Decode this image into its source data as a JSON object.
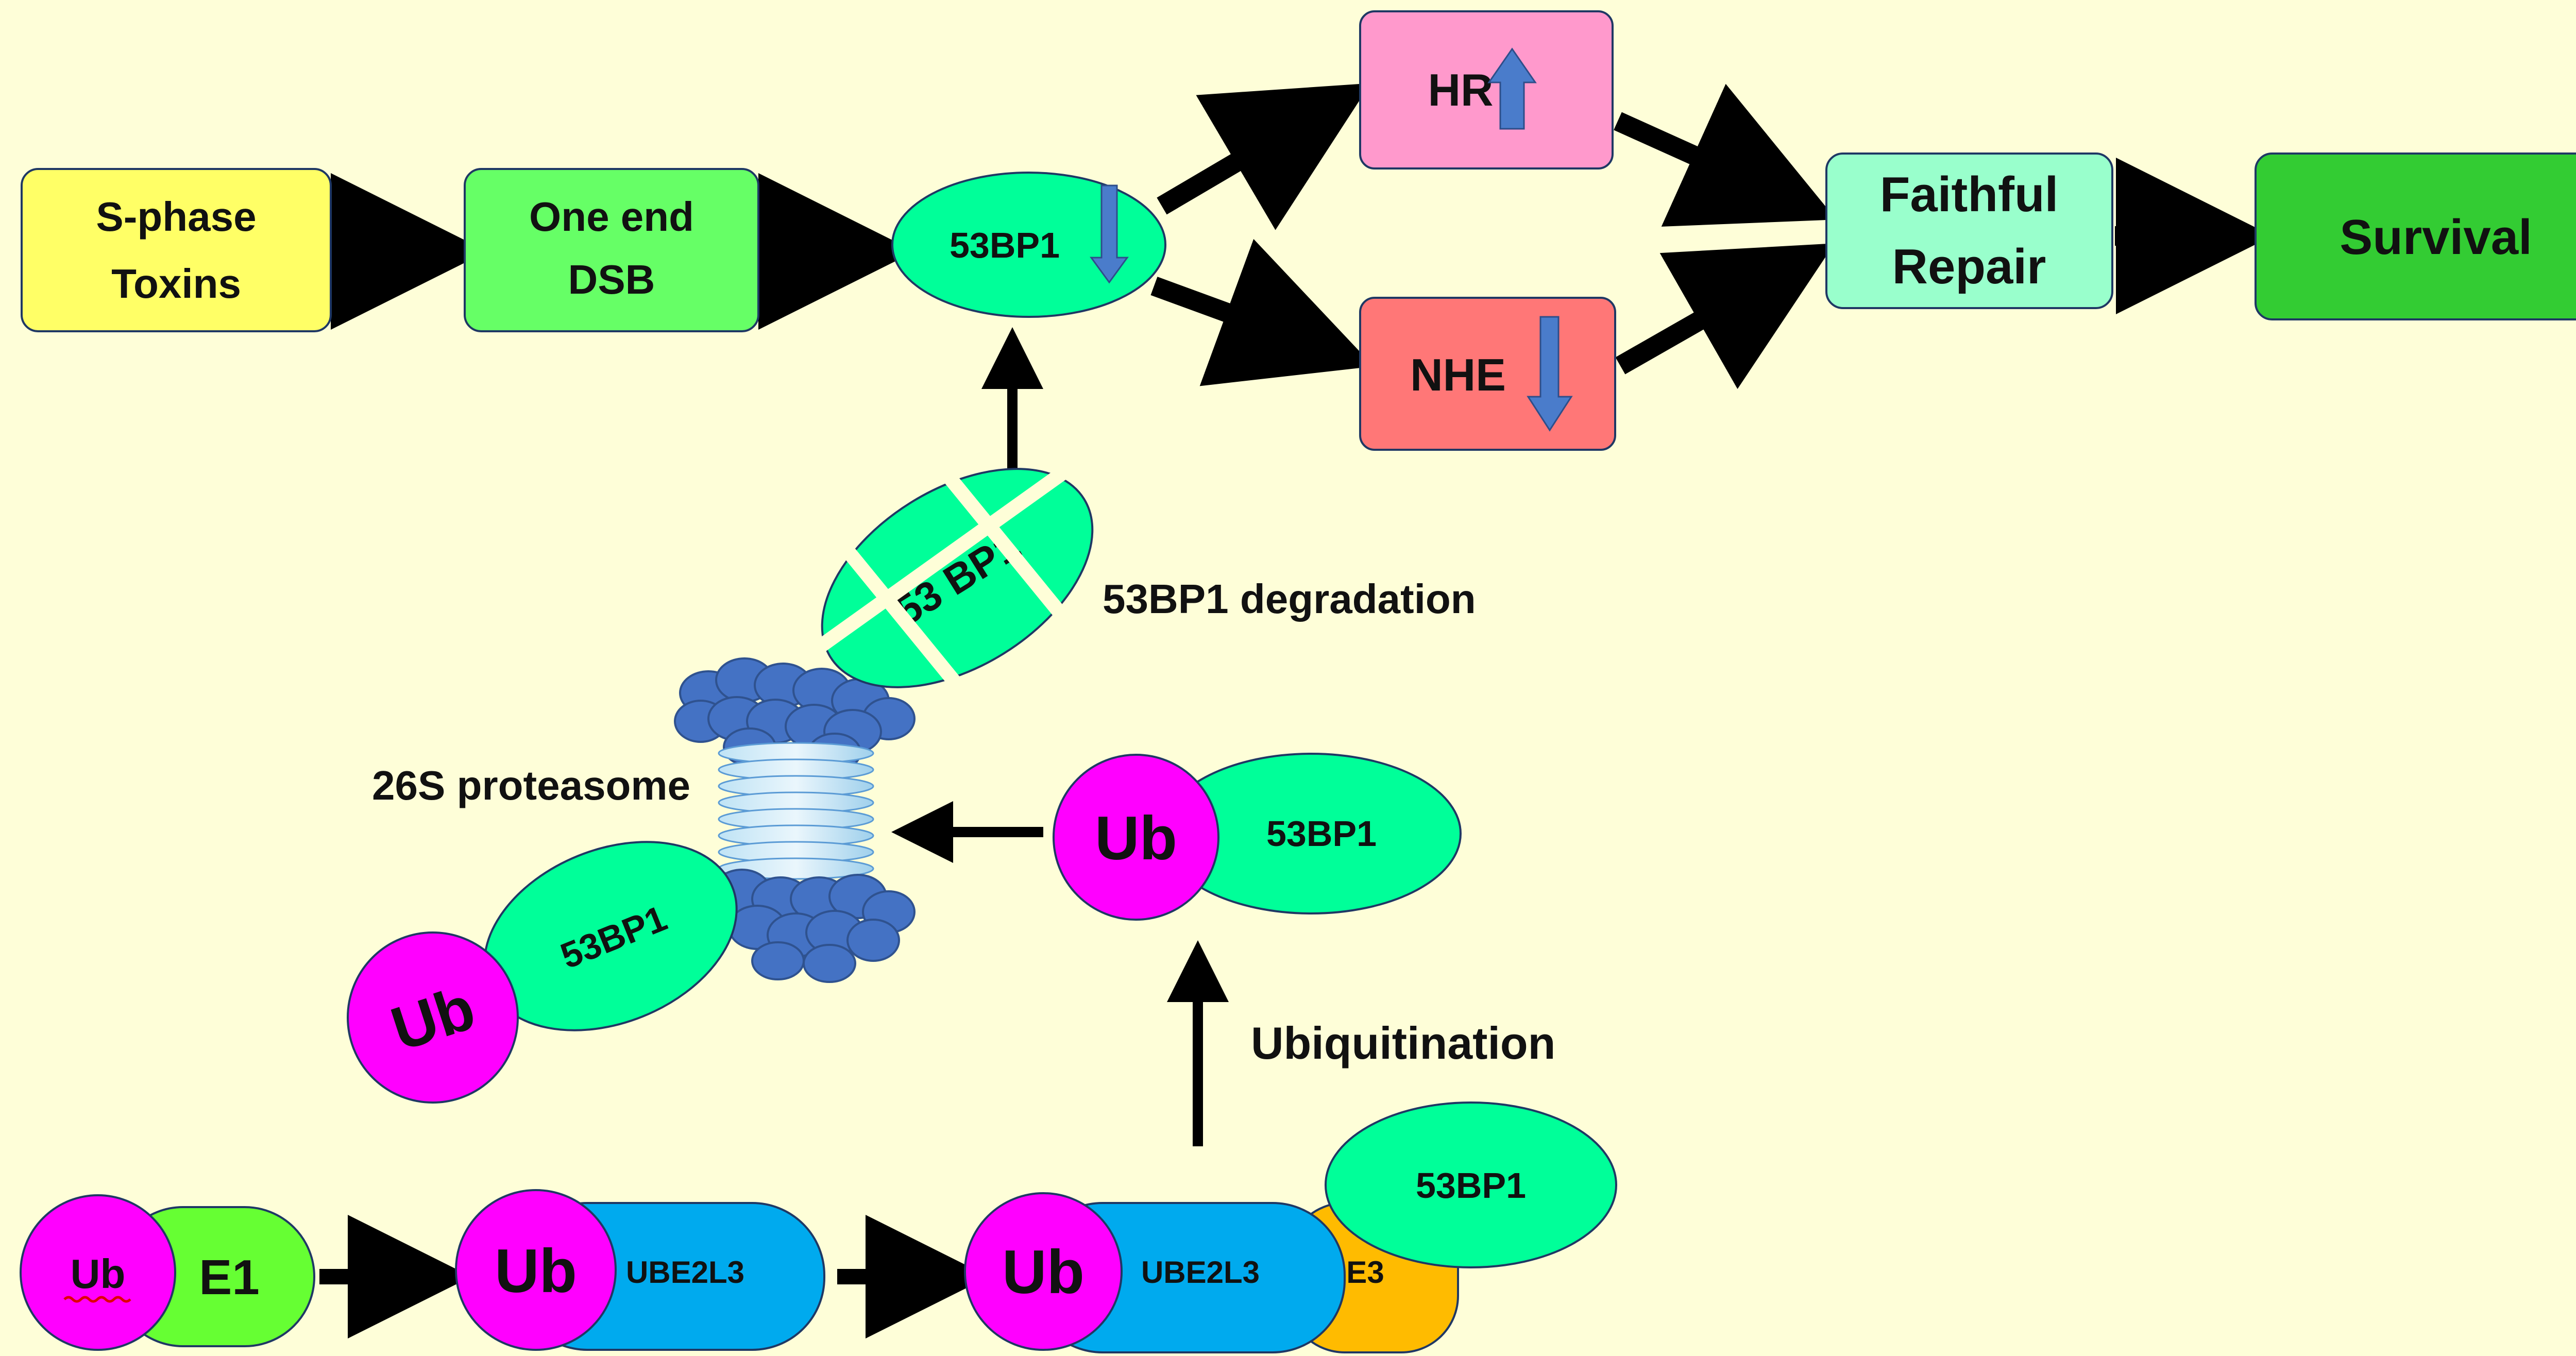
{
  "colors": {
    "background": "#FEFED8",
    "s_phase": "#FFFF66",
    "one_end_dsb": "#66FF66",
    "protein_53bp1": "#00FF99",
    "hr": "#FF99CC",
    "nhe": "#FF7777",
    "faithful_repair": "#99FFCC",
    "survival": "#33CC33",
    "ubiquitin": "#FF00FF",
    "e1": "#66FF33",
    "ube2l3": "#00AAEE",
    "e3": "#FFBB00",
    "proteasome": "#4472C4",
    "stroke": "#1F3864",
    "arrow": "#000000",
    "down_up_arrow": "#4A7CCB"
  },
  "nodes": {
    "s_phase": {
      "line1": "S-phase",
      "line2": "Toxins"
    },
    "one_end_dsb": {
      "line1": "One end",
      "line2": "DSB"
    },
    "protein_53bp1_top": {
      "label": "53BP1",
      "indicator": "down-arrow-icon"
    },
    "hr": {
      "label": "HR",
      "indicator": "up-arrow-icon"
    },
    "nhe": {
      "label": "NHE",
      "indicator": "down-arrow-icon"
    },
    "faithful_repair": {
      "line1": "Faithful",
      "line2": "Repair"
    },
    "survival": {
      "label": "Survival"
    },
    "degraded_53bp1": {
      "label": "53 BP1"
    },
    "ub_53bp1_right": {
      "ub": "Ub",
      "protein": "53BP1"
    },
    "ub_53bp1_left": {
      "ub": "Ub",
      "protein": "53BP1"
    },
    "ub_e1": {
      "ub": "Ub",
      "enzyme": "E1"
    },
    "ub_ube2l3": {
      "ub": "Ub",
      "enzyme": "UBE2L3"
    },
    "ub_ube2l3_e3": {
      "ub": "Ub",
      "enzyme": "UBE2L3",
      "ligase": "E3",
      "substrate": "53BP1"
    }
  },
  "labels": {
    "degradation": "53BP1 degradation",
    "proteasome": "26S proteasome",
    "ubiquitination": "Ubiquitination"
  }
}
